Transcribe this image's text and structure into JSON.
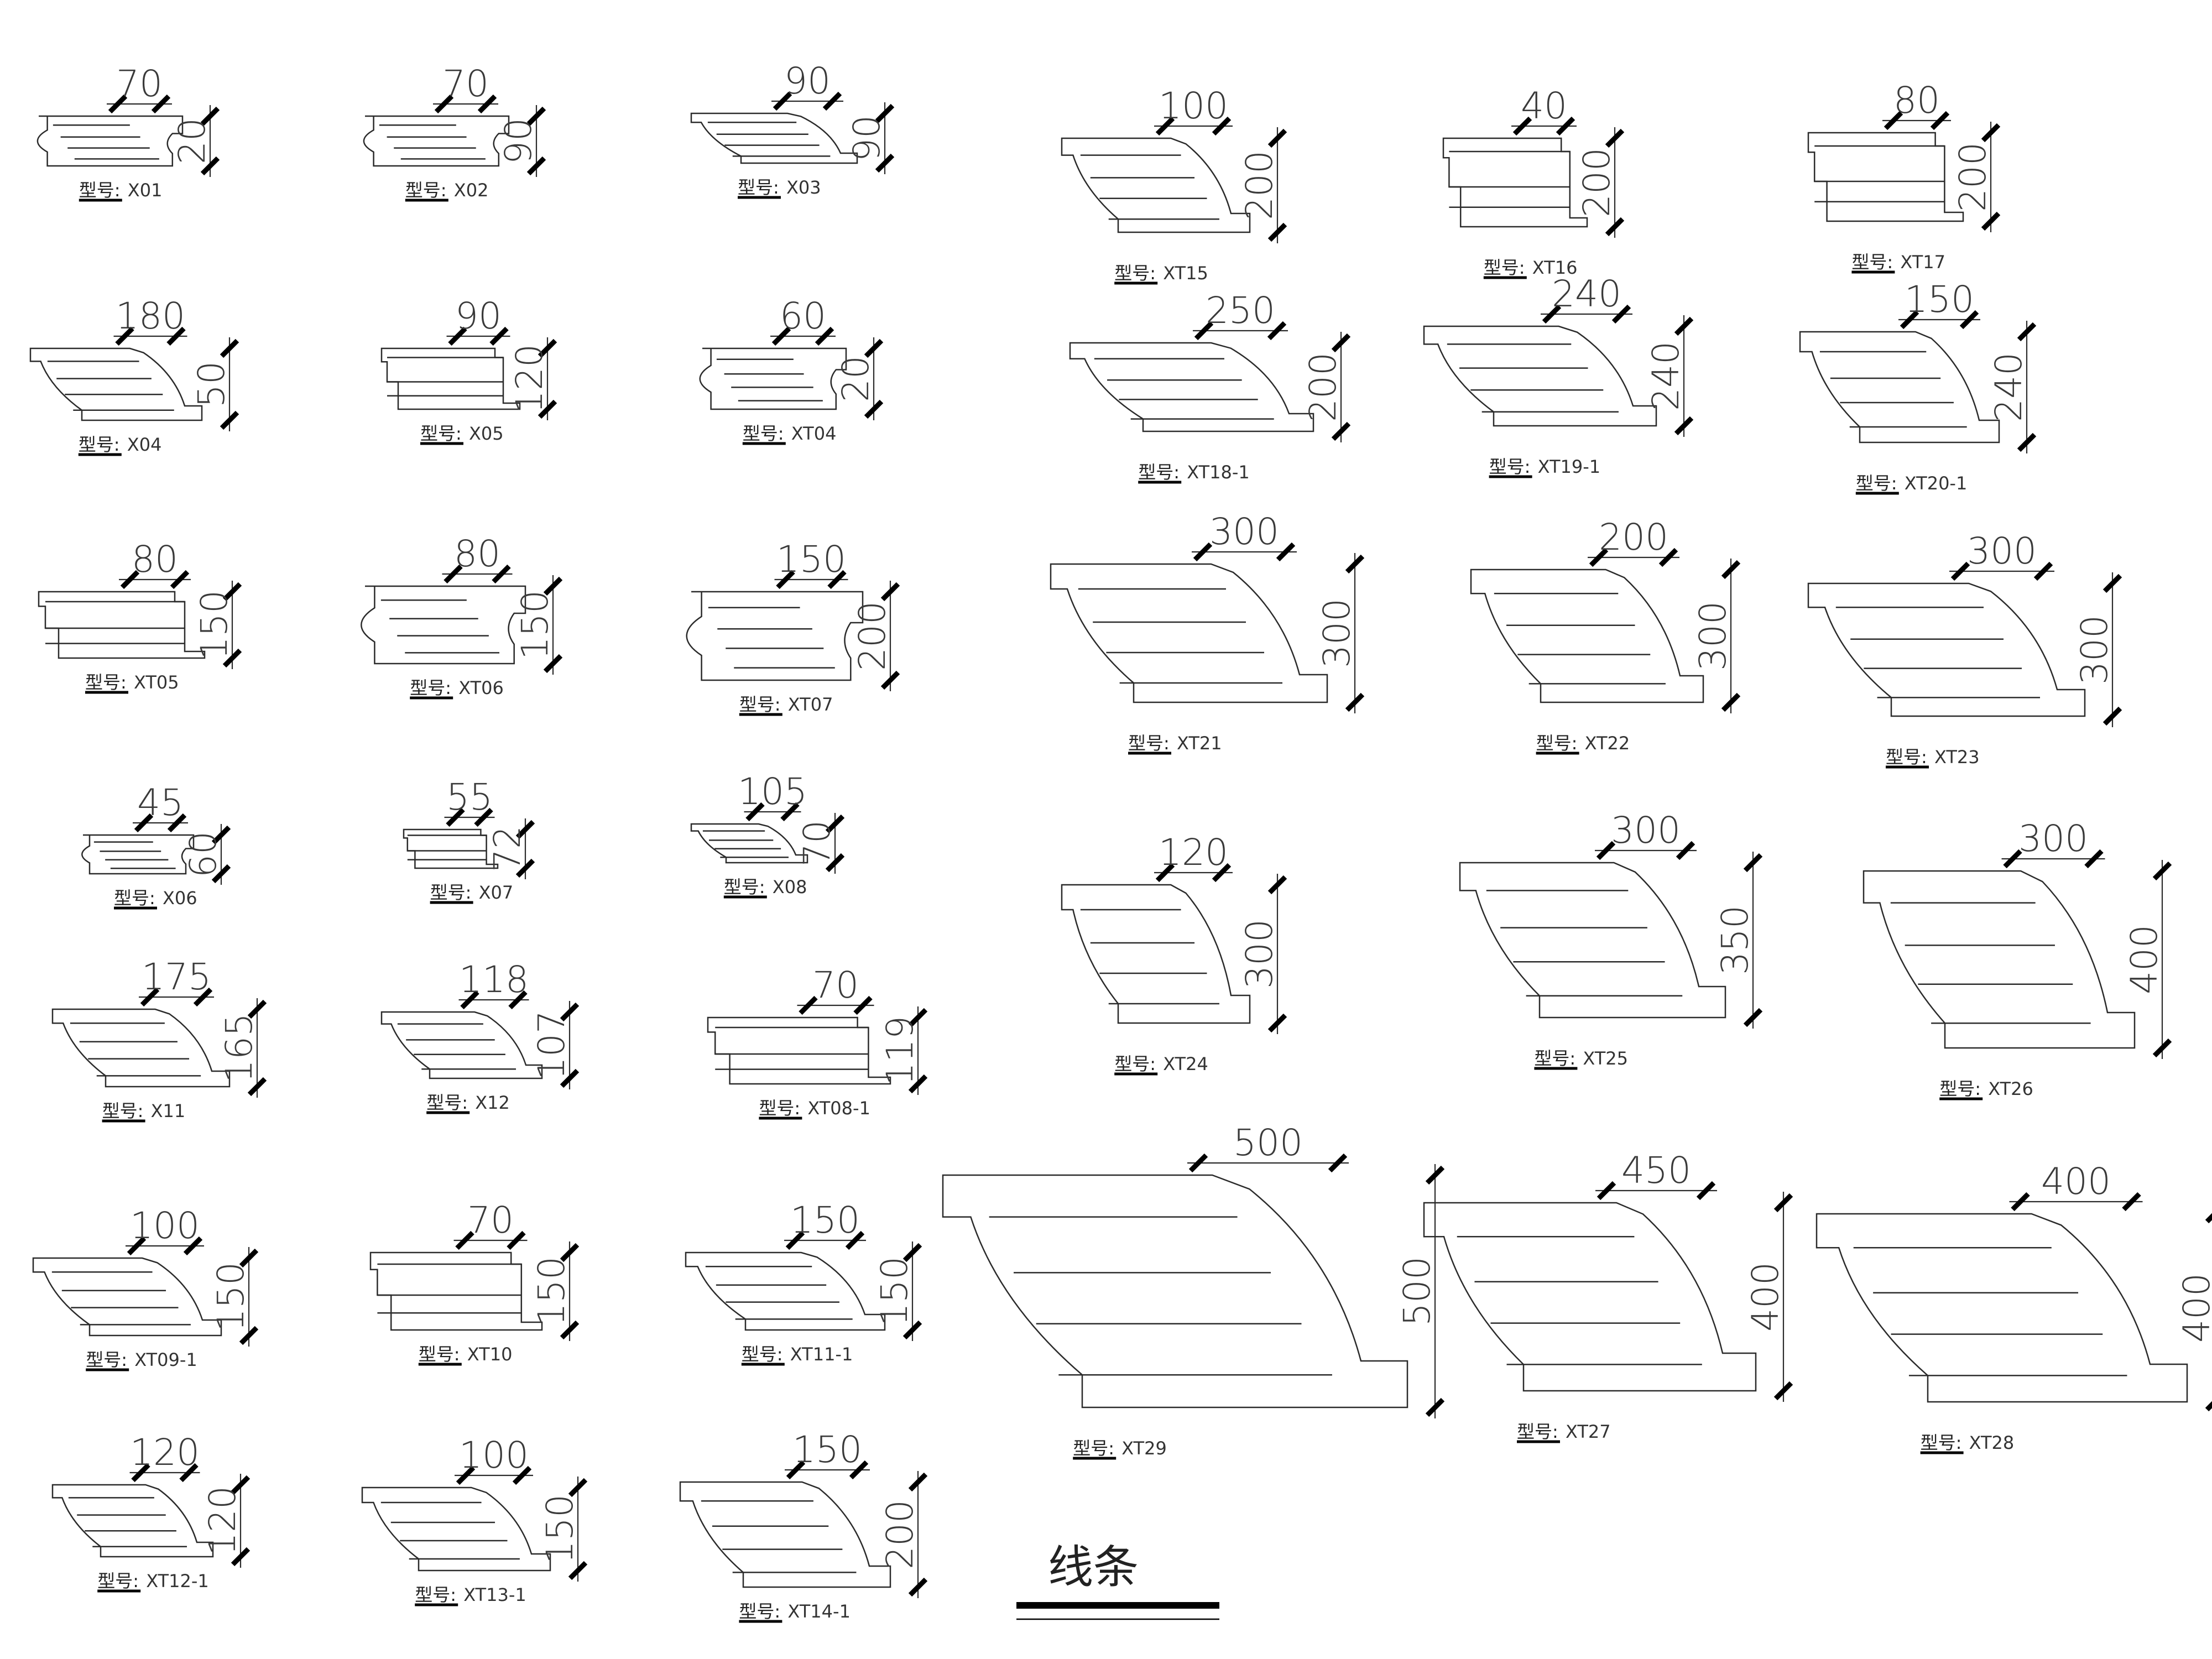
{
  "page": {
    "title": "线条"
  },
  "label_prefix": "型号:",
  "items": [
    {
      "id": "X01",
      "label": "X01",
      "w": "70",
      "h": "20",
      "style": "bull",
      "sw": 260,
      "sh": 90,
      "size": "s"
    },
    {
      "id": "X02",
      "label": "X02",
      "w": "70",
      "h": "90",
      "style": "bull",
      "sw": 260,
      "sh": 90,
      "size": "s"
    },
    {
      "id": "X03",
      "label": "X03",
      "w": "90",
      "h": "90",
      "style": "crown",
      "sw": 300,
      "sh": 90,
      "size": "s"
    },
    {
      "id": "X04",
      "label": "X04",
      "w": "180",
      "h": "50",
      "style": "crown",
      "sw": 310,
      "sh": 130,
      "size": "s"
    },
    {
      "id": "X05",
      "label": "X05",
      "w": "90",
      "h": "120",
      "style": "step",
      "sw": 250,
      "sh": 110,
      "size": "s"
    },
    {
      "id": "XT04",
      "label": "XT04",
      "w": "60",
      "h": "20",
      "style": "bull",
      "sw": 260,
      "sh": 110,
      "size": "s"
    },
    {
      "id": "XT05",
      "label": "XT05",
      "w": "80",
      "h": "150",
      "style": "step",
      "sw": 300,
      "sh": 120,
      "size": "s"
    },
    {
      "id": "XT06",
      "label": "XT06",
      "w": "80",
      "h": "150",
      "style": "bull",
      "sw": 290,
      "sh": 140,
      "size": "s"
    },
    {
      "id": "XT07",
      "label": "XT07",
      "w": "150",
      "h": "200",
      "style": "bull",
      "sw": 310,
      "sh": 160,
      "size": "s"
    },
    {
      "id": "X06",
      "label": "X06",
      "w": "45",
      "h": "60",
      "style": "bull",
      "sw": 200,
      "sh": 70,
      "size": "s"
    },
    {
      "id": "X07",
      "label": "X07",
      "w": "55",
      "h": "72",
      "style": "step",
      "sw": 170,
      "sh": 70,
      "size": "s"
    },
    {
      "id": "X08",
      "label": "X08",
      "w": "105",
      "h": "70",
      "style": "crown",
      "sw": 210,
      "sh": 70,
      "size": "s"
    },
    {
      "id": "X11",
      "label": "X11",
      "w": "175",
      "h": "165",
      "style": "crown",
      "sw": 320,
      "sh": 140,
      "size": "s"
    },
    {
      "id": "X12",
      "label": "X12",
      "w": "118",
      "h": "107",
      "style": "crown",
      "sw": 290,
      "sh": 120,
      "size": "s"
    },
    {
      "id": "XT08-1",
      "label": "XT08-1",
      "w": "70",
      "h": "119",
      "style": "step",
      "sw": 330,
      "sh": 120,
      "size": "s"
    },
    {
      "id": "XT09-1",
      "label": "XT09-1",
      "w": "100",
      "h": "150",
      "style": "crown",
      "sw": 340,
      "sh": 140,
      "size": "s"
    },
    {
      "id": "XT10",
      "label": "XT10",
      "w": "70",
      "h": "150",
      "style": "step",
      "sw": 310,
      "sh": 140,
      "size": "s"
    },
    {
      "id": "XT11-1",
      "label": "XT11-1",
      "w": "150",
      "h": "150",
      "style": "crown",
      "sw": 360,
      "sh": 140,
      "size": "s"
    },
    {
      "id": "XT12-1",
      "label": "XT12-1",
      "w": "120",
      "h": "120",
      "style": "crown",
      "sw": 290,
      "sh": 130,
      "size": "s"
    },
    {
      "id": "XT13-1",
      "label": "XT13-1",
      "w": "100",
      "h": "150",
      "style": "crown",
      "sw": 340,
      "sh": 150,
      "size": "s"
    },
    {
      "id": "XT14-1",
      "label": "XT14-1",
      "w": "150",
      "h": "200",
      "style": "crown",
      "sw": 380,
      "sh": 190,
      "size": "s"
    },
    {
      "id": "XT15",
      "label": "XT15",
      "w": "100",
      "h": "200",
      "style": "crown",
      "sw": 340,
      "sh": 170,
      "size": "m"
    },
    {
      "id": "XT16",
      "label": "XT16",
      "w": "40",
      "h": "200",
      "style": "step",
      "sw": 260,
      "sh": 160,
      "size": "m"
    },
    {
      "id": "XT17",
      "label": "XT17",
      "w": "80",
      "h": "200",
      "style": "step",
      "sw": 280,
      "sh": 160,
      "size": "m"
    },
    {
      "id": "XT18-1",
      "label": "XT18-1",
      "w": "250",
      "h": "200",
      "style": "crown",
      "sw": 440,
      "sh": 160,
      "size": "m"
    },
    {
      "id": "XT19-1",
      "label": "XT19-1",
      "w": "240",
      "h": "240",
      "style": "crown",
      "sw": 420,
      "sh": 180,
      "size": "m"
    },
    {
      "id": "XT20-1",
      "label": "XT20-1",
      "w": "150",
      "h": "240",
      "style": "crown",
      "sw": 360,
      "sh": 200,
      "size": "m"
    },
    {
      "id": "XT21",
      "label": "XT21",
      "w": "300",
      "h": "300",
      "style": "crown",
      "sw": 500,
      "sh": 250,
      "size": "m"
    },
    {
      "id": "XT22",
      "label": "XT22",
      "w": "200",
      "h": "300",
      "style": "crown",
      "sw": 420,
      "sh": 240,
      "size": "m"
    },
    {
      "id": "XT23",
      "label": "XT23",
      "w": "300",
      "h": "300",
      "style": "crown",
      "sw": 500,
      "sh": 240,
      "size": "m"
    },
    {
      "id": "XT24",
      "label": "XT24",
      "w": "120",
      "h": "300",
      "style": "crown",
      "sw": 340,
      "sh": 250,
      "size": "m"
    },
    {
      "id": "XT25",
      "label": "XT25",
      "w": "300",
      "h": "350",
      "style": "crown",
      "sw": 480,
      "sh": 280,
      "size": "m"
    },
    {
      "id": "XT26",
      "label": "XT26",
      "w": "300",
      "h": "400",
      "style": "crown",
      "sw": 490,
      "sh": 320,
      "size": "m"
    },
    {
      "id": "XT29",
      "label": "XT29",
      "w": "500",
      "h": "500",
      "style": "crown",
      "sw": 840,
      "sh": 420,
      "size": "l"
    },
    {
      "id": "XT27",
      "label": "XT27",
      "w": "450",
      "h": "400",
      "style": "crown",
      "sw": 600,
      "sh": 340,
      "size": "l"
    },
    {
      "id": "XT28",
      "label": "XT28",
      "w": "400",
      "h": "400",
      "style": "crown",
      "sw": 670,
      "sh": 340,
      "size": "l"
    }
  ]
}
